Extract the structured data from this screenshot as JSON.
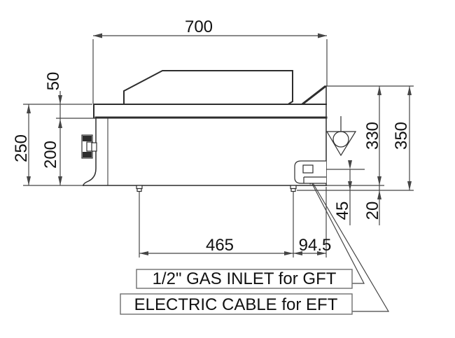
{
  "drawing": {
    "description": "Side elevation technical drawing of a countertop gas griddle with overall dimensions, gas inlet position and callout labels",
    "dims": {
      "width": "700",
      "hood": "50",
      "total_left": "250",
      "body": "200",
      "right_inner": "330",
      "right_total": "350",
      "inlet_height": "45",
      "foot_height": "20",
      "feet_span": "465",
      "edge_offset": "94.5"
    },
    "callouts": {
      "gas": "1/2\" GAS INLET for GFT",
      "electric": "ELECTRIC CABLE for EFT"
    },
    "colors": {
      "background": "#ffffff",
      "line": "#2d2d2d",
      "dim_line": "#454545",
      "text": "#111111",
      "box_border": "#6e6e6e"
    }
  }
}
